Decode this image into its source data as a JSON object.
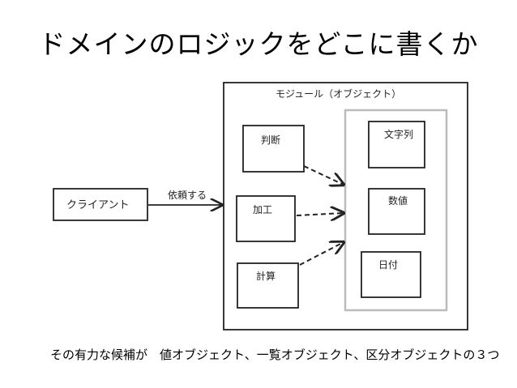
{
  "slide": {
    "title": "ドメインのロジックをどこに書くか",
    "caption": "その有力な候補が　値オブジェクト、一覧オブジェクト、区分オブジェクトの３つ"
  },
  "diagram": {
    "client_label": "クライアント",
    "arrow_label": "依頼する",
    "module_label": "モジュール（オブジェクト）",
    "processes": [
      "判断",
      "加工",
      "計算"
    ],
    "values": [
      "文字列",
      "数値",
      "日付"
    ]
  }
}
